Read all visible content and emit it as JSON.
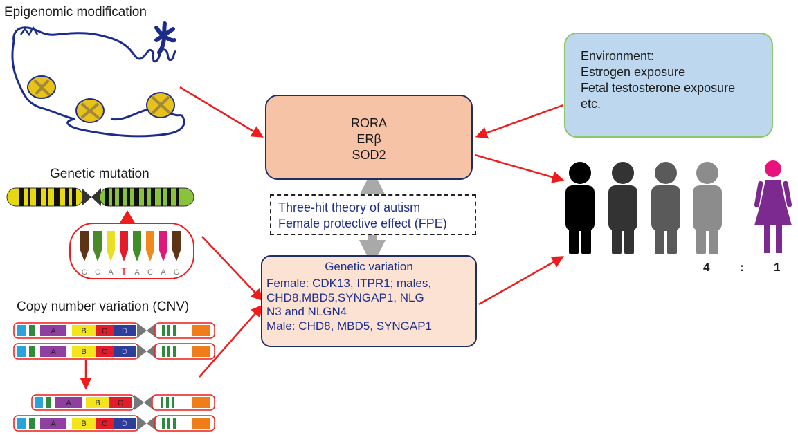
{
  "labels": {
    "epigenomic": "Epigenomic modification",
    "genetic_mutation": "Genetic mutation",
    "cnv": "Copy number variation (CNV)"
  },
  "central_box": {
    "lines": [
      "RORA",
      "ERβ",
      "SOD2"
    ]
  },
  "environment_box": {
    "lines": [
      "Environment:",
      "Estrogen exposure",
      "Fetal testosterone  exposure",
      "etc."
    ]
  },
  "theory_box": {
    "lines": [
      "Three-hit theory of autism",
      "Female protective effect (FPE)"
    ]
  },
  "genetic_variation_box": {
    "title": "Genetic variation",
    "lines": [
      "Female: CDK13, ITPR1; males,",
      "CHD8,MBD5,SYNGAP1,  NLG",
      "N3 and NLGN4",
      "Male: CHD8, MBD5, SYNGAP1"
    ]
  },
  "dna_sequence": [
    "G",
    "C",
    "A",
    "T",
    "A",
    "C",
    "A",
    "G"
  ],
  "cnv_segments": [
    "A",
    "B",
    "C",
    "D"
  ],
  "ratio": {
    "male": "4",
    "sep": ":",
    "female": "1"
  },
  "colors": {
    "arrow": "#ee1c1c",
    "box_border": "#1f2f63",
    "central_fill": "#f6c3a6",
    "env_fill": "#bcd7ee",
    "env_border": "#8cc76a",
    "genvar_fill": "#fbe2d2",
    "male_figures": [
      "#000000",
      "#333333",
      "#5a5a5a",
      "#8c8c8c"
    ],
    "female_figure": "#7d2a90",
    "female_head": "#e8127c"
  }
}
